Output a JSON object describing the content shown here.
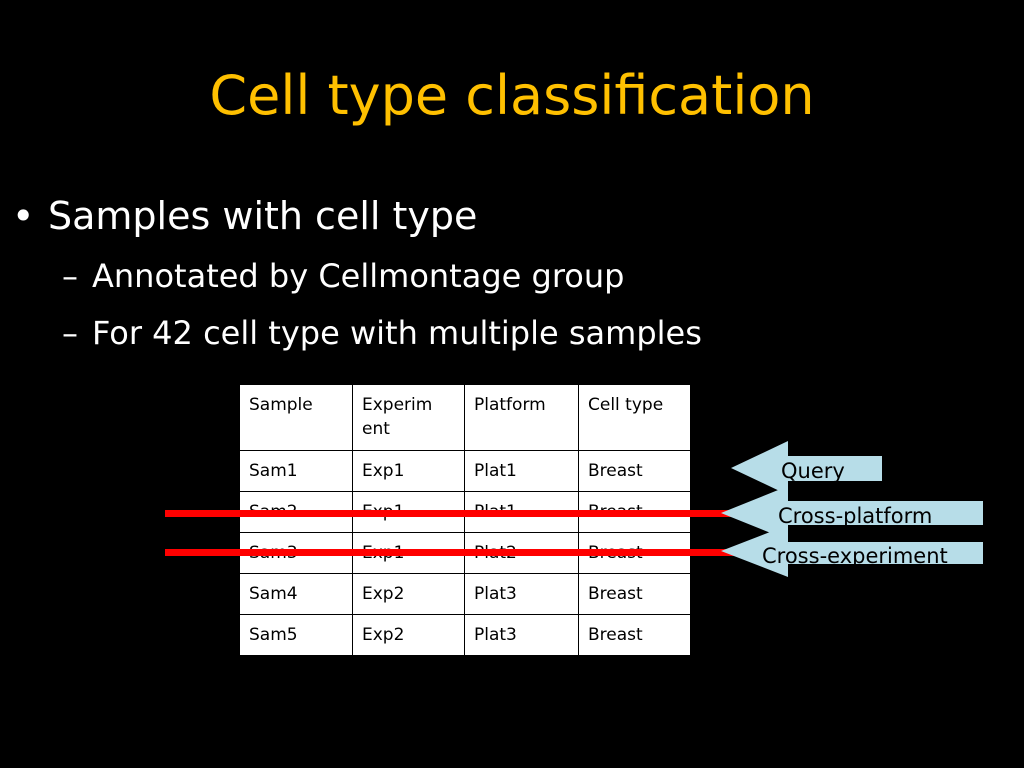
{
  "slide": {
    "title": "Cell type classification",
    "bullets": {
      "main": "Samples with cell type",
      "sub": [
        "Annotated by Cellmontage group",
        "For 42 cell type with multiple samples"
      ]
    },
    "bullet_mark": "•",
    "sub_mark": "–"
  },
  "table": {
    "headers": [
      "Sample",
      "Experim\nent",
      "Platform",
      "Cell type"
    ],
    "rows": [
      [
        "Sam1",
        "Exp1",
        "Plat1",
        "Breast"
      ],
      [
        "Sam2",
        "Exp1",
        "Plat1",
        "Breast"
      ],
      [
        "Sam3",
        "Exp1",
        "Plat2",
        "Breast"
      ],
      [
        "Sam4",
        "Exp2",
        "Plat3",
        "Breast"
      ],
      [
        "Sam5",
        "Exp2",
        "Plat3",
        "Breast"
      ]
    ]
  },
  "arrows": {
    "query": "Query",
    "cross_platform": "Cross-platform",
    "cross_experiment": "Cross-experiment"
  },
  "colors": {
    "background": "#000000",
    "title": "#ffc000",
    "arrow_fill": "#b7dde8",
    "strike_line": "#ff0000"
  }
}
